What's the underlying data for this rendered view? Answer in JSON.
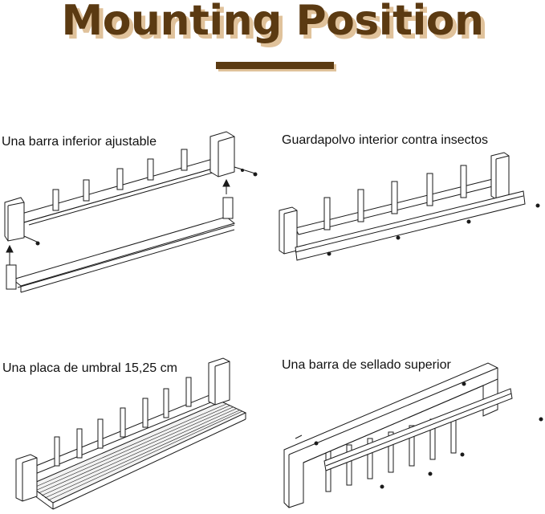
{
  "title": "Mounting Position",
  "panels": [
    {
      "caption": "Una barra inferior ajustable"
    },
    {
      "caption": "Guardapolvo interior contra insectos"
    },
    {
      "caption": "Una placa de umbral 15,25 cm"
    },
    {
      "caption": "Una barra de sellado superior"
    }
  ],
  "colors": {
    "title": "#5b3a12",
    "title_shadow": "#e0c29b",
    "line": "#1a1a1a"
  }
}
